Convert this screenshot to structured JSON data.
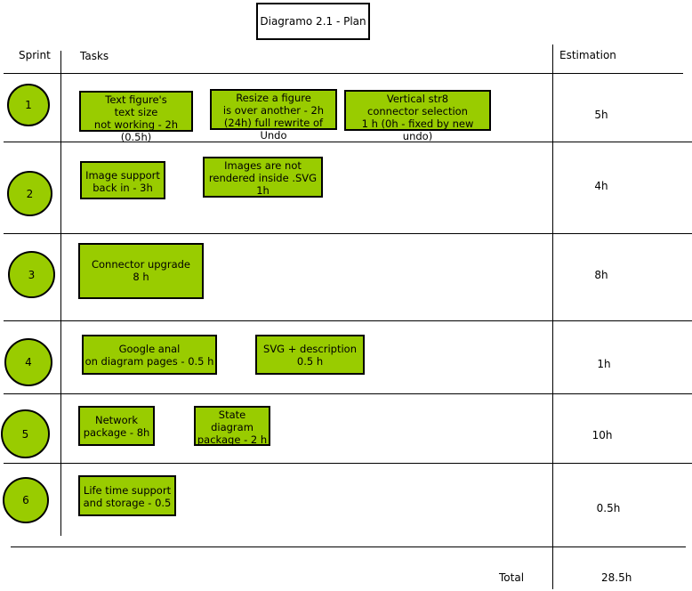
{
  "title": "Diagramo 2.1 - Plan",
  "headers": {
    "sprint": "Sprint",
    "tasks": "Tasks",
    "estimation": "Estimation"
  },
  "colors": {
    "accent": "#99cc00",
    "border": "#000000"
  },
  "sprints": [
    {
      "number": "1",
      "estimation": "5h",
      "tasks": [
        "Text figure's\ntext size\nnot working - 2h (0.5h)",
        "Resize a figure\nis over another - 2h\n(24h) full rewrite of Undo",
        "Vertical str8\nconnector selection\n1 h (0h - fixed by new undo)"
      ]
    },
    {
      "number": "2",
      "estimation": "4h",
      "tasks": [
        "Image support\nback in - 3h",
        "Images are not\nrendered inside .SVG\n1h"
      ]
    },
    {
      "number": "3",
      "estimation": "8h",
      "tasks": [
        "Connector upgrade\n8 h"
      ]
    },
    {
      "number": "4",
      "estimation": "1h",
      "tasks": [
        "Google anal\non diagram pages - 0.5 h",
        "SVG + description\n0.5 h"
      ]
    },
    {
      "number": "5",
      "estimation": "10h",
      "tasks": [
        "Network\npackage - 8h",
        "State\ndiagram\npackage - 2 h"
      ]
    },
    {
      "number": "6",
      "estimation": "0.5h",
      "tasks": [
        "Life time support\nand storage - 0.5"
      ]
    }
  ],
  "total": {
    "label": "Total",
    "value": "28.5h"
  }
}
